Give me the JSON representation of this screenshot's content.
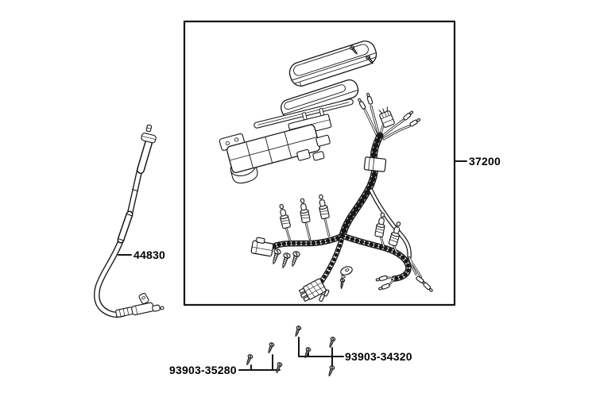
{
  "labels": {
    "meter_harness": "37200",
    "speedometer_cable": "44830",
    "screw_set_a": "93903-35280",
    "screw_set_b": "93903-34320"
  },
  "parts": [
    {
      "part_number": "37200",
      "callout": "meter and wiring harness assembly (boxed exploded view)"
    },
    {
      "part_number": "44830",
      "callout": "speedometer cable"
    },
    {
      "part_number": "93903-35280",
      "callout": "screw set",
      "screw_count": 3
    },
    {
      "part_number": "93903-34320",
      "callout": "screw set",
      "screw_count": 4
    }
  ],
  "colors": {
    "line": "#161616",
    "background": "#ffffff",
    "text": "#000000"
  }
}
